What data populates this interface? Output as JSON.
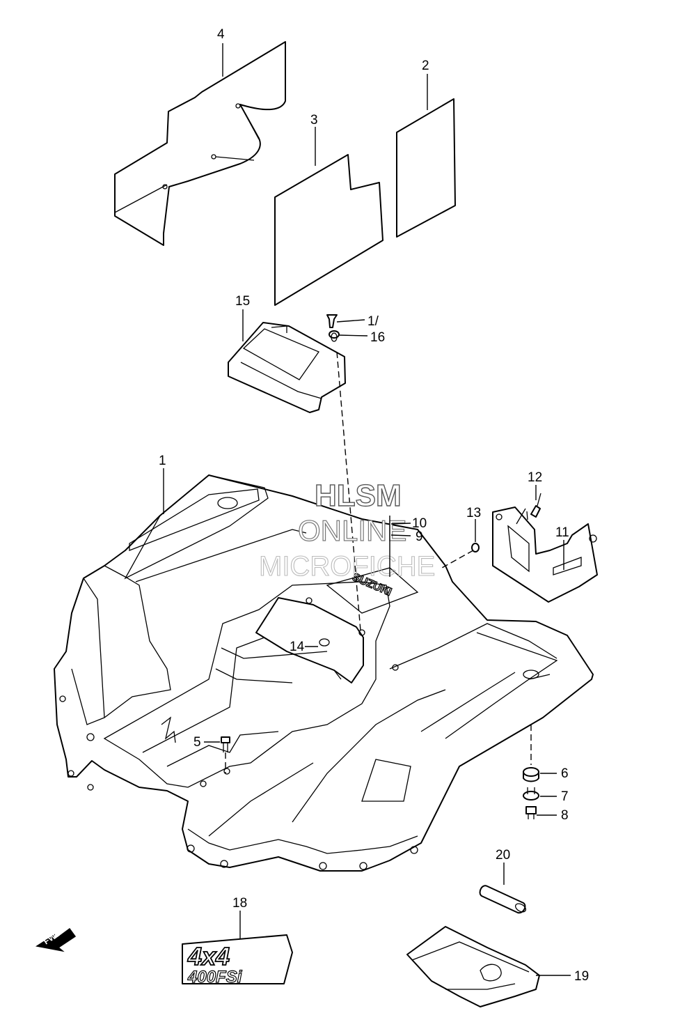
{
  "watermark": {
    "line1": "HLSM",
    "line2": "ONLINE",
    "line3": "MICROFICHE"
  },
  "callouts": [
    {
      "id": "1",
      "text": "1"
    },
    {
      "id": "2",
      "text": "2"
    },
    {
      "id": "3",
      "text": "3"
    },
    {
      "id": "4",
      "text": "4"
    },
    {
      "id": "5",
      "text": "5"
    },
    {
      "id": "6",
      "text": "6"
    },
    {
      "id": "7",
      "text": "7"
    },
    {
      "id": "8",
      "text": "8"
    },
    {
      "id": "9",
      "text": "9"
    },
    {
      "id": "10",
      "text": "10"
    },
    {
      "id": "11",
      "text": "11"
    },
    {
      "id": "12",
      "text": "12"
    },
    {
      "id": "13",
      "text": "13"
    },
    {
      "id": "14",
      "text": "14"
    },
    {
      "id": "15",
      "text": "15"
    },
    {
      "id": "16",
      "text": "16"
    },
    {
      "id": "17",
      "text": "1/"
    },
    {
      "id": "18",
      "text": "18"
    },
    {
      "id": "19",
      "text": "19"
    },
    {
      "id": "20",
      "text": "20"
    }
  ],
  "fender_brand": "SUZUKI",
  "badge": {
    "line1": "4x4",
    "line2": "400FSi"
  },
  "direction_marker": "FWD"
}
